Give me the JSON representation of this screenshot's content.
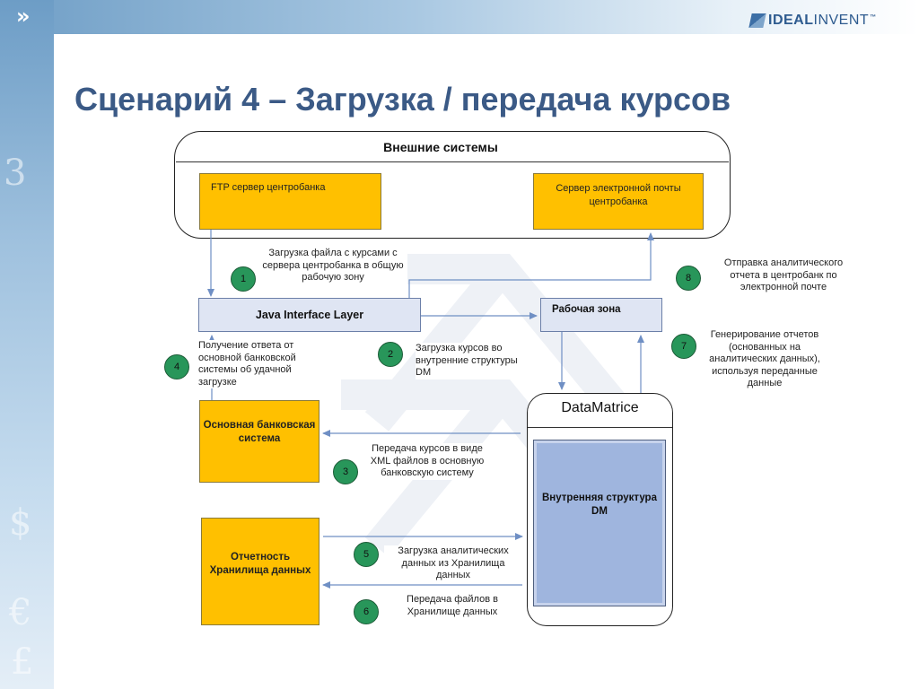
{
  "title": "Сценарий 4 – Загрузка / передача курсов",
  "logo": {
    "strong": "IDEAL",
    "light": "INVENT",
    "tm": "™"
  },
  "diagram": {
    "external_systems": {
      "title": "Внешние системы",
      "ftp": "FTP сервер центробанка",
      "email": "Сервер электронной почты центробанка"
    },
    "java_interface_layer": "Java Interface Layer",
    "work_zone": "Рабочая зона",
    "core_banking": "Основная банковская система",
    "data_warehouse": "Отчетность Хранилища данных",
    "datamatrice": {
      "title": "DataMatrice",
      "inner": "Внутренняя структура DM"
    },
    "steps": [
      {
        "num": "1",
        "text": "Загрузка файла с курсами с сервера центробанка в общую  рабочую зону"
      },
      {
        "num": "2",
        "text": "Загрузка курсов во внутренние структуры DM"
      },
      {
        "num": "3",
        "text": "Передача курсов в виде XML файлов в основную банковскую систему"
      },
      {
        "num": "4",
        "text": "Получение ответа от основной банковской системы об удачной загрузке"
      },
      {
        "num": "5",
        "text": "Загрузка аналитических данных из Хранилища данных"
      },
      {
        "num": "6",
        "text": "Передача файлов в Хранилище данных"
      },
      {
        "num": "7",
        "text": "Генерирование отчетов (основанных на аналитических данных), используя переданные данные"
      },
      {
        "num": "8",
        "text": "Отправка аналитического отчета в центробанк по электронной почте"
      }
    ]
  },
  "colors": {
    "title": "#3b5a86",
    "yellow": "#ffc000",
    "step_green": "#28965a",
    "layer_fill": "#dfe5f3",
    "dm_inner": "#9fb5de",
    "arrow": "#6f8fc4"
  }
}
